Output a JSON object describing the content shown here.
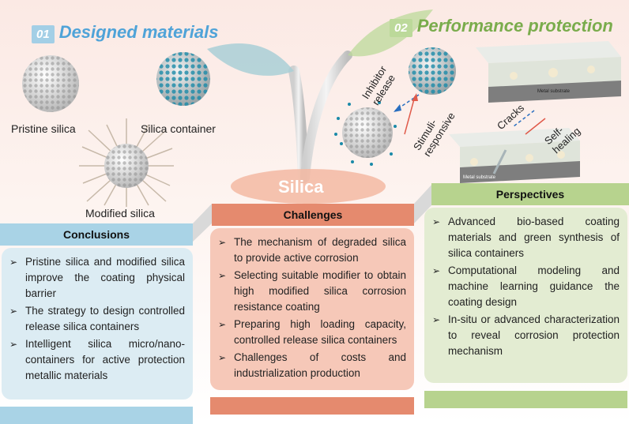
{
  "sections": {
    "designed": {
      "number": "01",
      "title": "Designed materials"
    },
    "performance": {
      "number": "02",
      "title": "Performance protection"
    }
  },
  "labels": {
    "pristine": "Pristine silica",
    "container": "Silica container",
    "modified": "Modified silica",
    "center": "Silica",
    "inhibitor_release": "Inhibitor release",
    "stimuli": "Stimuli-responsive",
    "cracks": "Cracks",
    "self_healing": "Self-healing",
    "metal_substrate": "Metal substrate"
  },
  "conclusions": {
    "header": "Conclusions",
    "items": [
      "Pristine silica and modified silica improve the coating physical barrier",
      "The strategy to design controlled release silica containers",
      "Intelligent silica micro/nano-containers for active protection metallic materials"
    ]
  },
  "challenges": {
    "header": "Challenges",
    "items": [
      "The mechanism of degraded silica to provide active corrosion",
      "Selecting suitable modifier to obtain high modified silica corrosion resistance coating",
      "Preparing high loading capacity, controlled release silica containers",
      "Challenges of costs and industrialization production"
    ]
  },
  "perspectives": {
    "header": "Perspectives",
    "items": [
      "Advanced bio-based coating materials and green synthesis of silica containers",
      "Computational modeling and machine learning guidance the coating design",
      "In-situ or advanced characterization to reveal corrosion protection mechanism"
    ]
  },
  "colors": {
    "blue_header": "#a9d3e6",
    "blue_panel": "#dcecf3",
    "red_header": "#e58a6e",
    "red_panel": "#f6c8b8",
    "green_header": "#b7d38e",
    "green_panel": "#e3ecd2"
  }
}
